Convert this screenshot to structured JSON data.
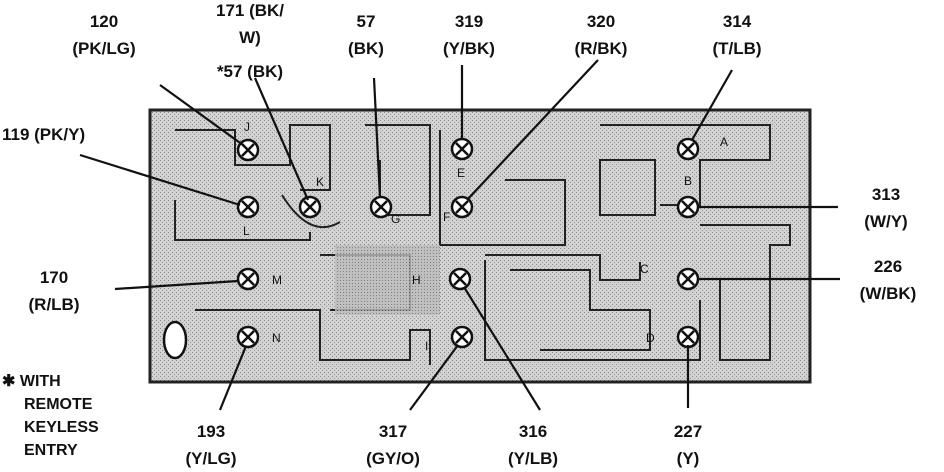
{
  "title": "",
  "callouts": {
    "c120": {
      "num": "120",
      "color": "(PK/LG)"
    },
    "c171": {
      "num": "171 (BK/",
      "color": "W)",
      "alt": "*57 (BK)"
    },
    "c57": {
      "num": "57",
      "color": "(BK)"
    },
    "c319": {
      "num": "319",
      "color": "(Y/BK)"
    },
    "c320": {
      "num": "320",
      "color": "(R/BK)"
    },
    "c314": {
      "num": "314",
      "color": "(T/LB)"
    },
    "c119": {
      "num": "119 (PK/Y)"
    },
    "c313": {
      "num": "313",
      "color": "(W/Y)"
    },
    "c170": {
      "num": "170",
      "color": "(R/LB)"
    },
    "c226": {
      "num": "226",
      "color": "(W/BK)"
    },
    "c193": {
      "num": "193",
      "color": "(Y/LG)"
    },
    "c317": {
      "num": "317",
      "color": "(GY/O)"
    },
    "c316": {
      "num": "316",
      "color": "(Y/LB)"
    },
    "c227": {
      "num": "227",
      "color": "(Y)"
    }
  },
  "pins": {
    "A": "A",
    "B": "B",
    "C": "C",
    "D": "D",
    "E": "E",
    "G": "G",
    "H": "H",
    "I": "I",
    "J": "J",
    "K": "K",
    "L": "L",
    "M": "M",
    "N": "N",
    "F": "F"
  },
  "note": {
    "line1": "✱ WITH",
    "line2": "REMOTE",
    "line3": "KEYLESS",
    "line4": "ENTRY"
  },
  "colors": {
    "board": "#c8c8c8",
    "ink": "#111111",
    "board_light": "#e6e6e6"
  }
}
